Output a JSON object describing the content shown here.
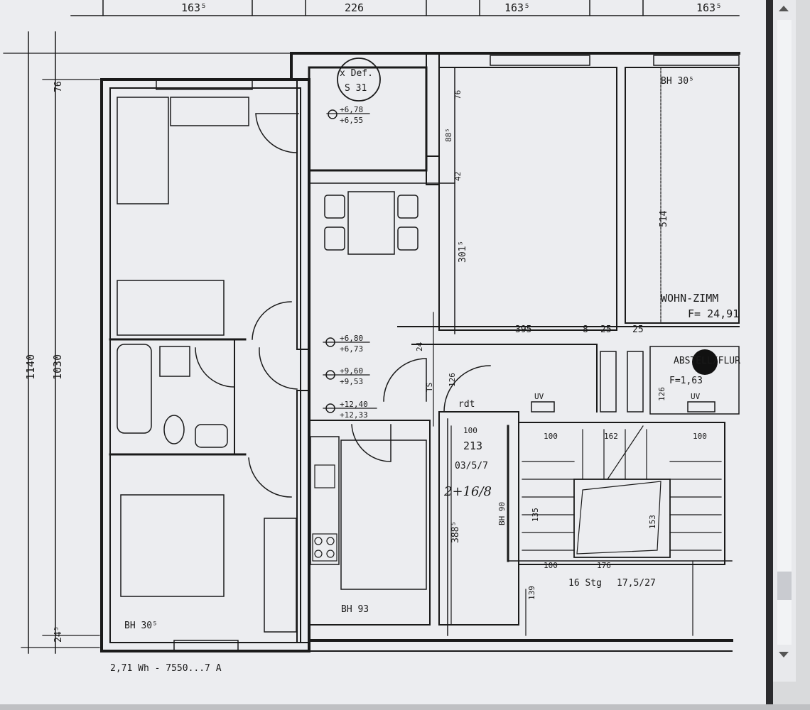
{
  "dims_top": [
    "163⁵",
    "226",
    "163⁵",
    "163⁵"
  ],
  "dims_left": [
    "1140",
    "1030",
    "24⁵",
    "76"
  ],
  "rooms": {
    "living": {
      "name": "WOHN-ZIMM",
      "area": "F= 24,91"
    },
    "bath": {
      "name": "ABSTELL/FLUR",
      "area": "F=1,63"
    },
    "stair": {
      "code": "213",
      "ratio": "03/5/7",
      "steps": "16 Stg",
      "rise": "17,5/27",
      "handwritten": "2+16/8"
    }
  },
  "heights": {
    "bh_bedroom": "BH 30⁵",
    "bh_living": "BH 30⁵",
    "bh_kitchen": "BH 93",
    "bh_stair": "BH 90"
  },
  "levels": {
    "shaft": {
      "label": "x Def.",
      "code": "S 31",
      "v1": "+6,78",
      "v2": "+6,55"
    },
    "hall1": {
      "v1": "+6,80",
      "v2": "+6,73"
    },
    "hall2": {
      "v1": "+9,60",
      "v2": "+9,53"
    },
    "hall3": {
      "v1": "+12,40",
      "v2": "+12,33"
    }
  },
  "dims_inner": {
    "d1": "395",
    "d2": "8",
    "d3": "25",
    "d4": "25",
    "d5": "514",
    "d6": "301⁵",
    "d7": "76",
    "d8": "88⁵",
    "d9": "42",
    "d10": "126",
    "d11": "126",
    "d12": "100",
    "d13": "162",
    "d14": "100",
    "d15": "100",
    "d16": "176",
    "d17": "153",
    "d18": "135",
    "d19": "388⁵",
    "d20": "139",
    "d21": "24",
    "d22": "TS",
    "d23": "rdt",
    "d24": "UV",
    "d25": "UV",
    "d26": "100"
  },
  "footer_text": "2,71 Wh -   7550...7 A"
}
